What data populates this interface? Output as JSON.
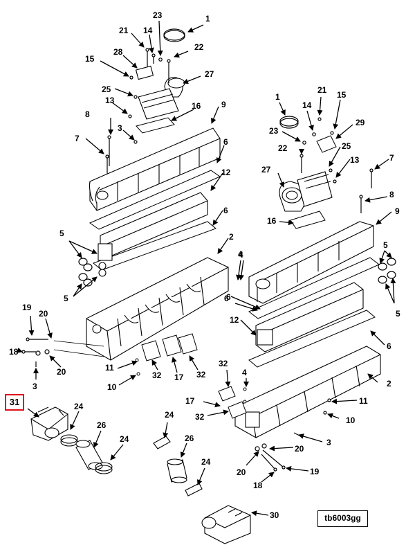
{
  "figure_ref": "tb6003gg",
  "highlighted_callout": "31",
  "callouts": {
    "c1a": "1",
    "c23a": "23",
    "c21a": "21",
    "c14a": "14",
    "c22a": "22",
    "c15a": "15",
    "c28": "28",
    "c27a": "27",
    "c25a": "25",
    "c13a": "13",
    "c16a": "16",
    "c9a": "9",
    "c8a": "8",
    "c3a": "3",
    "c7a": "7",
    "c6a": "6",
    "c12a": "12",
    "c6b": "6",
    "c2a": "2",
    "c5a": "5",
    "c5b": "5",
    "c4a": "4",
    "c6c": "6",
    "c19a": "19",
    "c20a": "20",
    "c18a": "18",
    "c20b": "20",
    "c3b": "3",
    "c11a": "11",
    "c10a": "10",
    "c32a": "32",
    "c17a": "17",
    "c32b": "32",
    "c31": "31",
    "c24a": "24",
    "c26a": "26",
    "c24b": "24",
    "c1b": "1",
    "c14b": "14",
    "c21b": "21",
    "c15b": "15",
    "c29": "29",
    "c23b": "23",
    "c25b": "25",
    "c22b": "22",
    "c13b": "13",
    "c7b": "7",
    "c27b": "27",
    "c8b": "8",
    "c9b": "9",
    "c16b": "16",
    "c5c": "5",
    "c5d": "5",
    "c4b": "4",
    "c6d": "6",
    "c12b": "12",
    "c6e": "6",
    "c32c": "32",
    "c4c": "4",
    "c2b": "2",
    "c17b": "17",
    "c32d": "32",
    "c11b": "11",
    "c10b": "10",
    "c3c": "3",
    "c20c": "20",
    "c20d": "20",
    "c19b": "19",
    "c18b": "18",
    "c24c": "24",
    "c26b": "26",
    "c24d": "24",
    "c30": "30"
  }
}
